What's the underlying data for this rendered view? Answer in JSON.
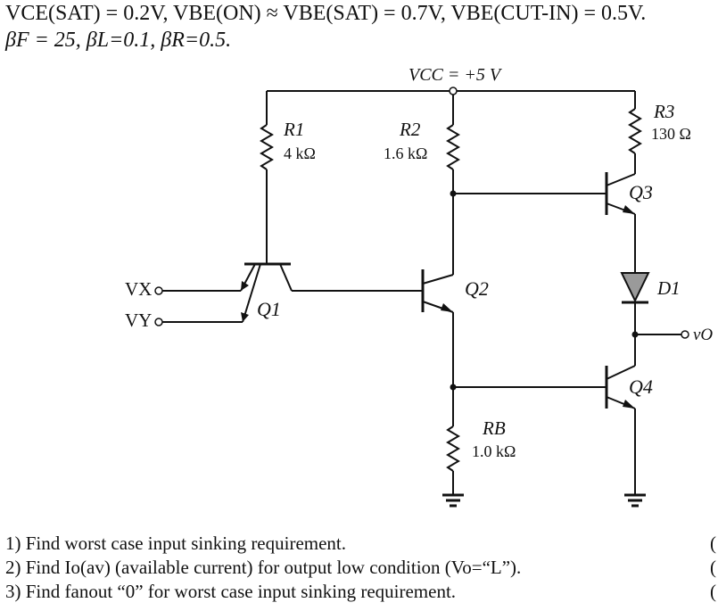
{
  "header": {
    "given_params": "VCE(SAT) = 0.2V, VBE(ON) ≈ VBE(SAT) = 0.7V, VBE(CUT-IN) = 0.5V.",
    "beta_params": "βF = 25, βL=0.1, βR=0.5."
  },
  "circuit": {
    "vcc": "VCC = +5 V",
    "r1_name": "R1",
    "r1_value": "4 kΩ",
    "r2_name": "R2",
    "r2_value": "1.6 kΩ",
    "r3_name": "R3",
    "r3_value": "130 Ω",
    "rb_name": "RB",
    "rb_value": "1.0 kΩ",
    "q1": "Q1",
    "q2": "Q2",
    "q3": "Q3",
    "q4": "Q4",
    "d1": "D1",
    "vx": "VX",
    "vy": "VY",
    "vo": "vO"
  },
  "questions": [
    "1) Find worst case input sinking requirement.",
    "2) Find Io(av) (available current) for output low condition (Vo=“L”).",
    "3) Find fanout “0” for worst case input sinking requirement."
  ],
  "paren": "("
}
